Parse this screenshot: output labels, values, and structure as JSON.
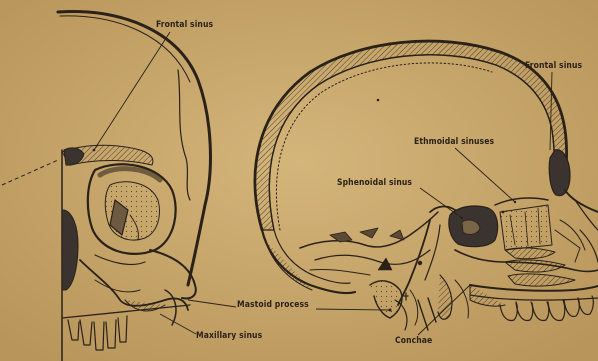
{
  "labels": {
    "frontal_left": "Frontal sinus",
    "frontal_right": "Frontal sinus",
    "ethmoidal": "Ethmoidal sinuses",
    "sphenoidal": "Sphenoidal sinus",
    "mastoid": "Mastoid process",
    "maxillary": "Maxillary sinus",
    "conchae": "Conchae"
  },
  "colors": {
    "paper": "#c9a96a",
    "ink": "#2a2118",
    "sinus_fill": "#3a3330",
    "bone_shade": "#8c7652"
  }
}
